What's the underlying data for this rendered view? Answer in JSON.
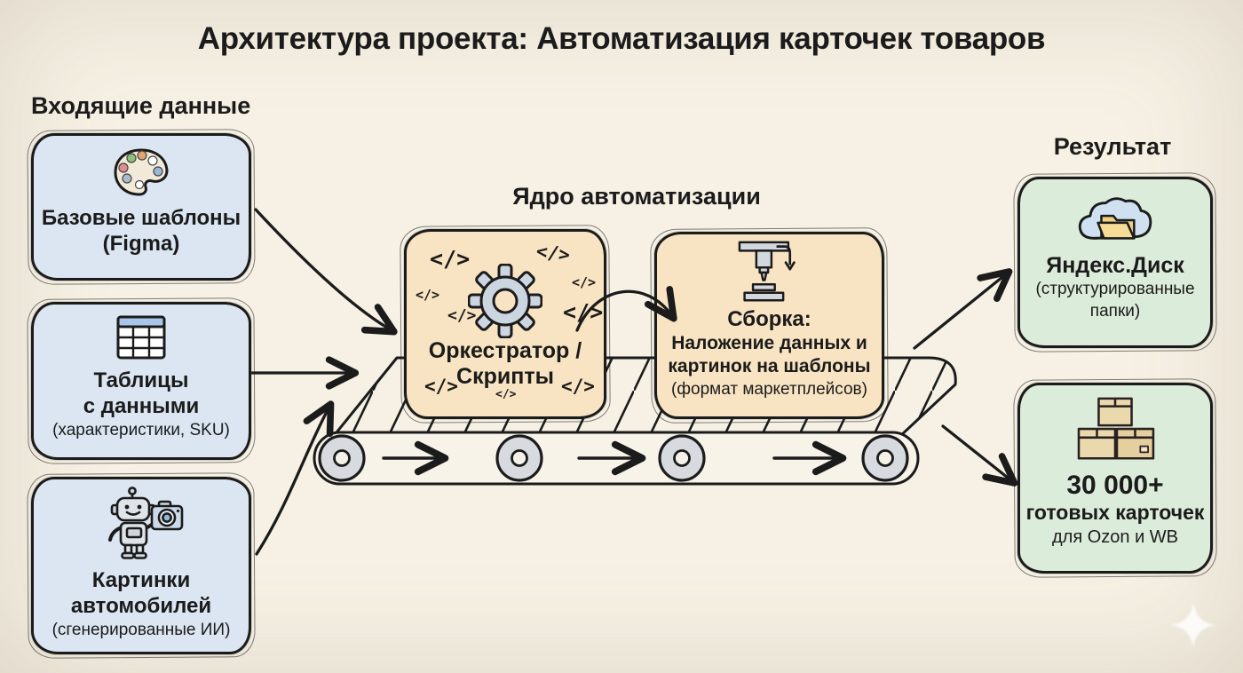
{
  "title": "Архитектура проекта: Автоматизация карточек товаров",
  "inputs": {
    "heading": "Входящие данные",
    "templates": {
      "line1": "Базовые шаблоны",
      "line2": "(Figma)"
    },
    "tables": {
      "line1": "Таблицы",
      "line2": "с данными",
      "line3": "(характеристики, SKU)"
    },
    "images": {
      "line1": "Картинки",
      "line2": "автомобилей",
      "line3": "(сгенерированные ИИ)"
    }
  },
  "core": {
    "heading": "Ядро автоматизации",
    "code_glyph": "</>",
    "orchestrator": {
      "line1": "Оркестратор /",
      "line2": "Скрипты"
    },
    "assembly": {
      "title": "Сборка:",
      "line1": "Наложение данных и",
      "line2": "картинок на шаблоны",
      "line3": "(формат маркетплейсов)"
    }
  },
  "results": {
    "heading": "Результат",
    "disk": {
      "title": "Яндекс.Диск",
      "line1": "(структурированные",
      "line2": "папки)"
    },
    "cards": {
      "count": "30 000+",
      "line1": "готовых карточек",
      "line2": "для Ozon и WB"
    }
  },
  "icons": [
    "palette-icon",
    "table-icon",
    "robot-camera-icon",
    "gear-icon",
    "code-icon",
    "press-icon",
    "cloud-folder-icon",
    "boxes-icon",
    "conveyor-belt",
    "sparkle-icon"
  ],
  "colors": {
    "background": "#f4efe2",
    "input_box": "#dbe6f2",
    "core_box": "#f8e4c2",
    "result_box": "#dcecda",
    "stroke": "#1b1b1b"
  }
}
